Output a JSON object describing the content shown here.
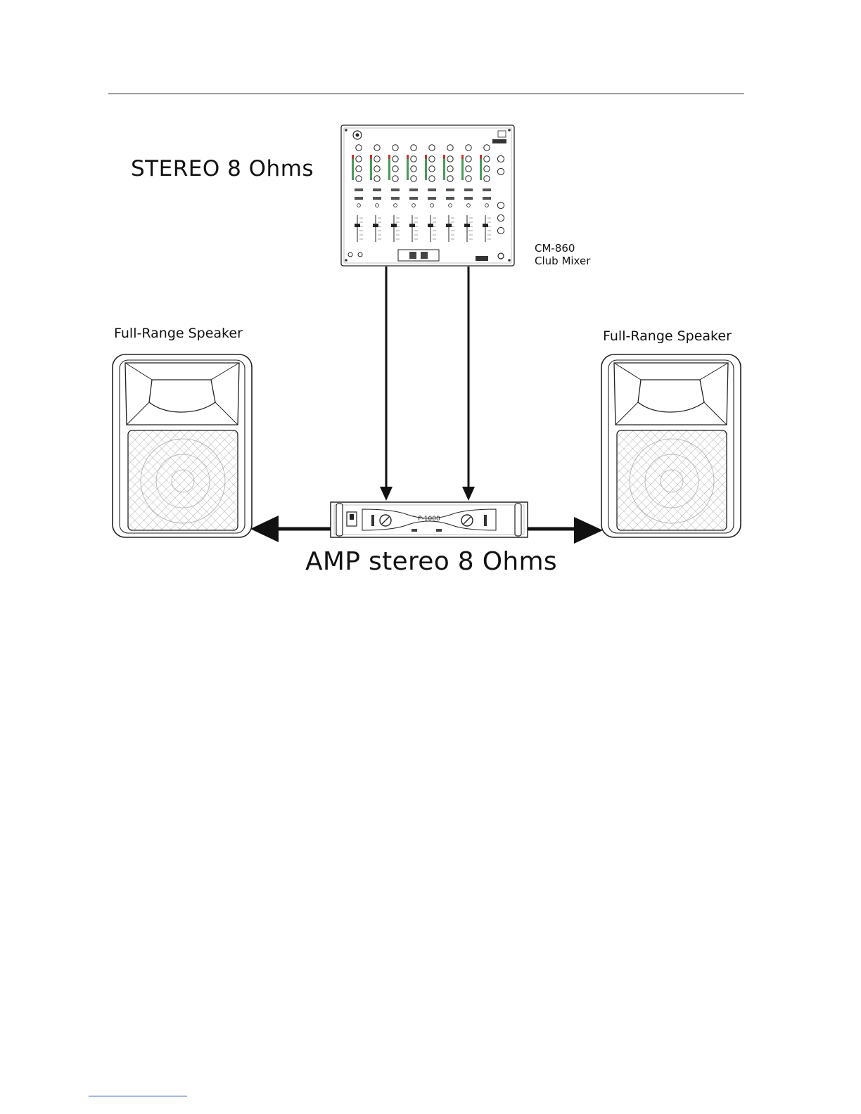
{
  "diagram": {
    "title": "STEREO 8 Ohms",
    "mixer": {
      "model": "CM-860",
      "name": "Club Mixer"
    },
    "left_speaker_label": "Full-Range Speaker",
    "right_speaker_label": "Full-Range Speaker",
    "amplifier": {
      "caption": "AMP stereo 8 Ohms",
      "panel_label": "P-1000"
    }
  }
}
